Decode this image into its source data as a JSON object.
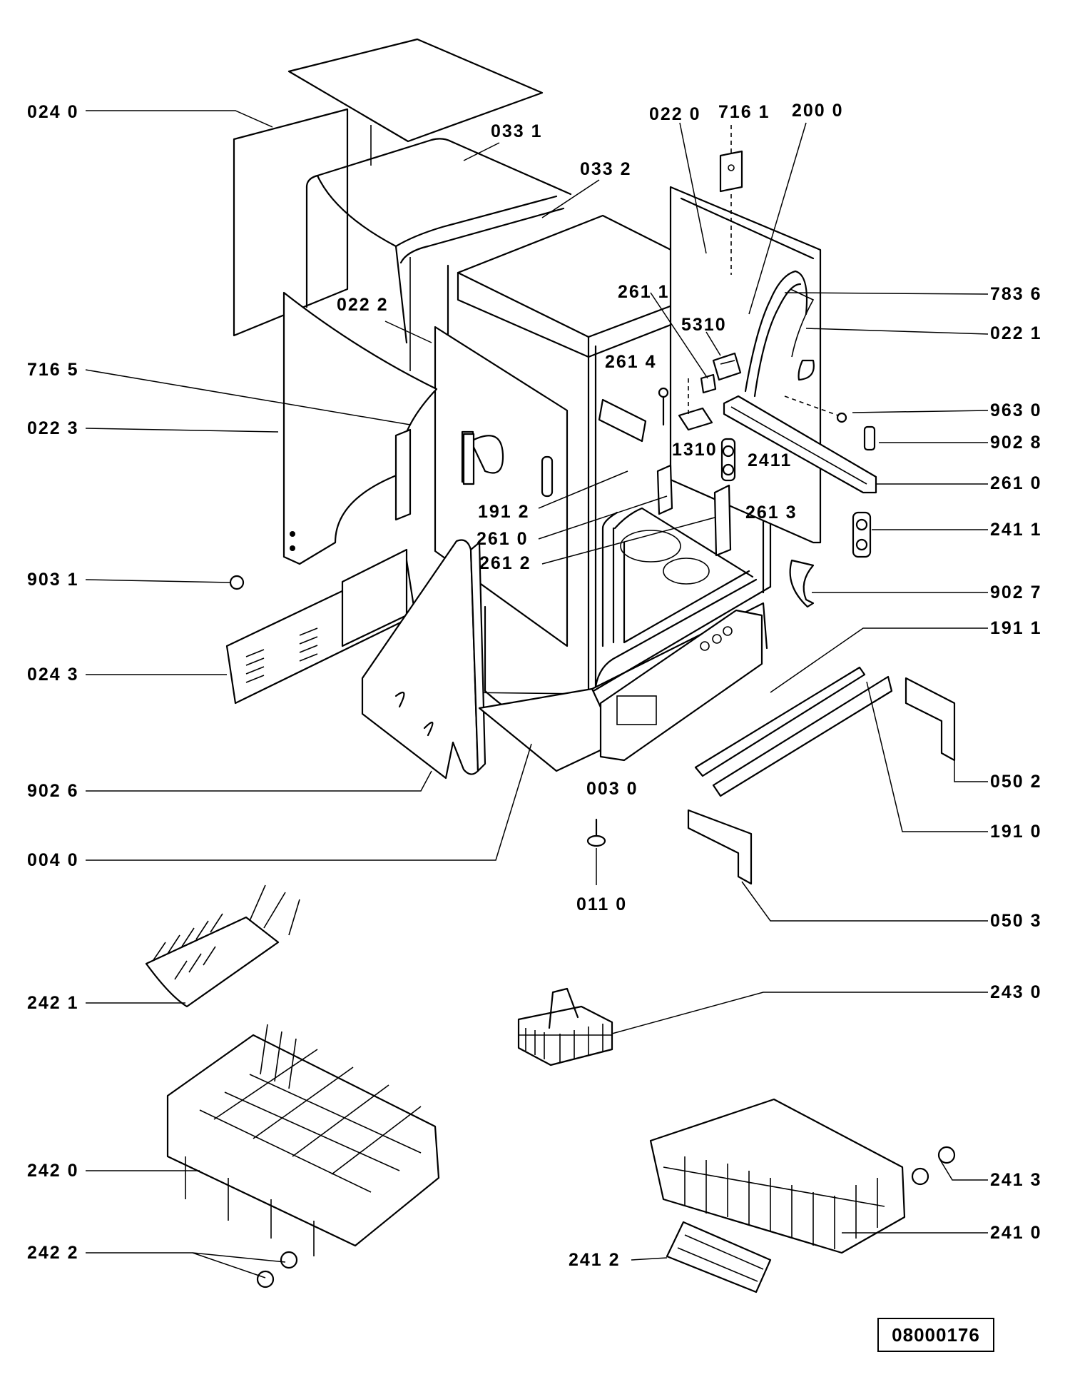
{
  "diagram": {
    "reference_number": "08000176",
    "callouts": {
      "p0240": "024 0",
      "p0331": "033 1",
      "p0332": "033 2",
      "p0220": "022 0",
      "p7161": "716 1",
      "p2000": "200 0",
      "p7836": "783 6",
      "p0221": "022 1",
      "p0222": "022 2",
      "p2611": "261 1",
      "p5310": "5310",
      "p2614": "261 4",
      "p7165": "716 5",
      "p0223": "022 3",
      "p9630": "963 0",
      "p9028": "902 8",
      "p1310": "1310",
      "p2411a": "2411",
      "p2610a": "261 0",
      "p1912": "191 2",
      "p2610b": "261 0",
      "p2613": "261 3",
      "p2612": "261 2",
      "p2411b": "241 1",
      "p9031": "903 1",
      "p9027": "902 7",
      "p1911": "191 1",
      "p0243": "024 3",
      "p0502": "050 2",
      "p0030": "003 0",
      "p9026": "902 6",
      "p1910": "191 0",
      "p0040": "004 0",
      "p0110": "011 0",
      "p0503": "050 3",
      "p2421": "242 1",
      "p2430": "243 0",
      "p2420": "242 0",
      "p2413": "241 3",
      "p2410": "241 0",
      "p2422": "242 2",
      "p2412": "241 2"
    }
  }
}
